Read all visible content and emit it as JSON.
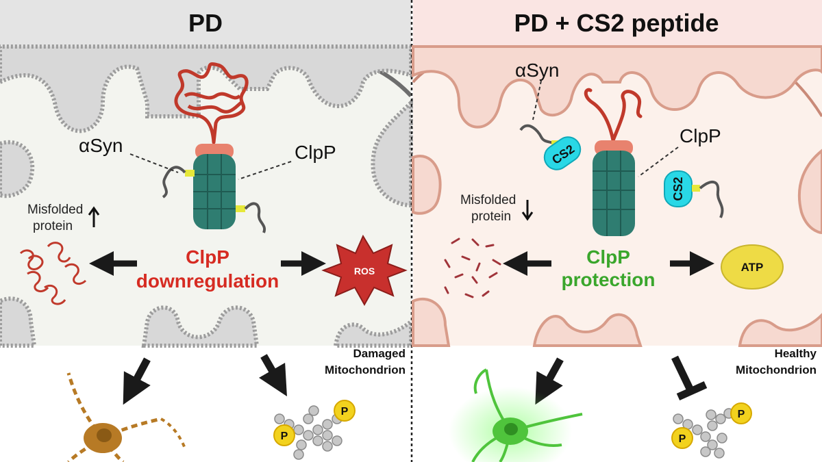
{
  "left_panel": {
    "title": "PD",
    "asyn_label": "αSyn",
    "clpp_label": "ClpP",
    "misfolded_label_1": "Misfolded",
    "misfolded_label_2": "protein",
    "status_line_1": "ClpP",
    "status_line_2": "downregulation",
    "ros_label": "ROS",
    "mito_label_1": "Damaged",
    "mito_label_2": "Mitochondrion",
    "phospho_label": "P"
  },
  "right_panel": {
    "title": "PD + CS2 peptide",
    "asyn_label": "αSyn",
    "clpp_label": "ClpP",
    "cs2_label": "CS2",
    "misfolded_label_1": "Misfolded",
    "misfolded_label_2": "protein",
    "status_line_1": "ClpP",
    "status_line_2": "protection",
    "atp_label": "ATP",
    "mito_label_1": "Healthy",
    "mito_label_2": "Mitochondrion",
    "phospho_label": "P"
  },
  "colors": {
    "left_header_bg": "#e4e4e4",
    "right_header_bg": "#fae5e3",
    "left_mito_bg": "#f3f4ef",
    "right_mito_bg": "#fcf1eb",
    "clpp_teal": "#2f7d71",
    "clpp_cap": "#e8826e",
    "asyn_red": "#c0392b",
    "status_red": "#d62b22",
    "status_green": "#3aa62c",
    "cs2_cyan": "#29d8e6",
    "atp_yellow": "#eedb45",
    "phospho_yellow": "#f2d21e",
    "neuron_brown": "#b77a25",
    "neuron_green": "#4fc43c"
  }
}
